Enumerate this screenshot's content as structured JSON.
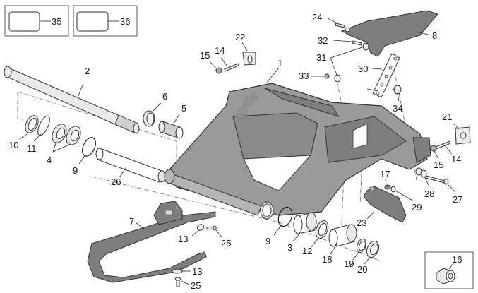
{
  "diagram": {
    "title": "Swingarm exploded parts diagram",
    "brand_mark": "aprilia",
    "inset_boxes": [
      {
        "label": "35"
      },
      {
        "label": "36"
      },
      {
        "label": "16"
      }
    ],
    "callouts": {
      "c1": "1",
      "c2": "2",
      "c3": "3",
      "c4": "4",
      "c5": "5",
      "c6": "6",
      "c7": "7",
      "c8": "8",
      "c9a": "9",
      "c9b": "9",
      "c10": "10",
      "c11": "11",
      "c12": "12",
      "c13a": "13",
      "c13b": "13",
      "c14a": "14",
      "c14b": "14",
      "c15a": "15",
      "c15b": "15",
      "c16": "16",
      "c17": "17",
      "c18": "18",
      "c19": "19",
      "c20": "20",
      "c21": "21",
      "c22": "22",
      "c23": "23",
      "c24": "24",
      "c25a": "25",
      "c25b": "25",
      "c26": "26",
      "c27": "27",
      "c28": "28",
      "c29": "29",
      "c30": "30",
      "c31": "31",
      "c32": "32",
      "c33": "33",
      "c34": "34",
      "c35": "35",
      "c36": "36"
    }
  }
}
